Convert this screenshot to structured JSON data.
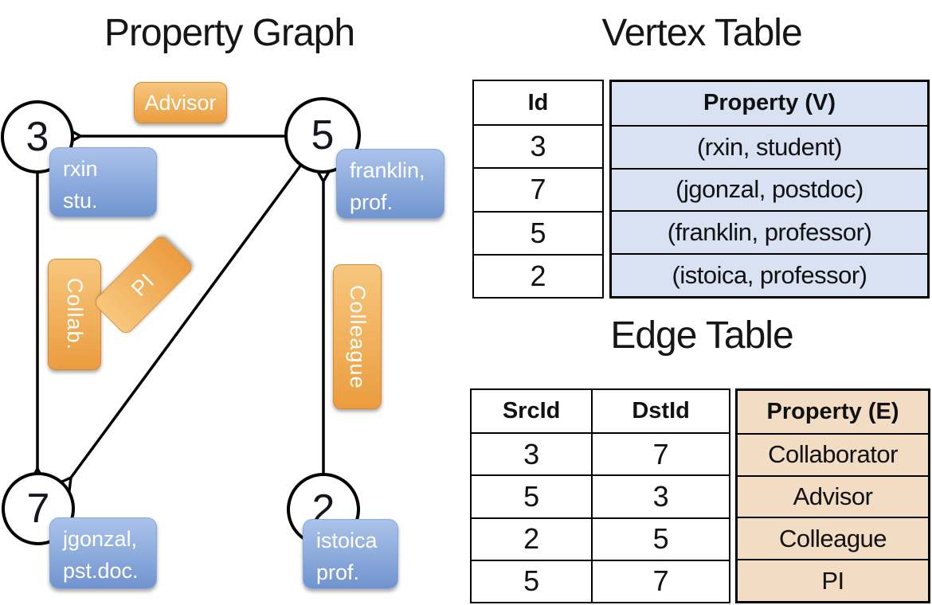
{
  "colors": {
    "edge_label_orange": "#efa14e",
    "vertex_property_blue": "#7e9fd6",
    "vertex_table_fill": "#d9e2f3",
    "edge_table_fill": "#f2dcc3",
    "line_color": "#000000"
  },
  "graph": {
    "title": "Property Graph",
    "nodes": [
      {
        "id": "3"
      },
      {
        "id": "5"
      },
      {
        "id": "7"
      },
      {
        "id": "2"
      }
    ],
    "edges": [
      {
        "label": "Advisor",
        "src": "5",
        "dst": "3"
      },
      {
        "label": "Collab.",
        "src": "3",
        "dst": "7"
      },
      {
        "label": "PI",
        "src": "5",
        "dst": "7"
      },
      {
        "label": "Colleague",
        "src": "2",
        "dst": "5"
      }
    ],
    "node_properties": [
      {
        "node": "3",
        "line1": "rxin",
        "line2": "stu."
      },
      {
        "node": "5",
        "line1": "franklin,",
        "line2": "prof."
      },
      {
        "node": "7",
        "line1": "jgonzal,",
        "line2": "pst.doc."
      },
      {
        "node": "2",
        "line1": "istoica",
        "line2": "prof."
      }
    ]
  },
  "vertex_table": {
    "title": "Vertex Table",
    "headers": {
      "id": "Id",
      "property": "Property (V)"
    },
    "rows": [
      {
        "id": "3",
        "property": "(rxin, student)"
      },
      {
        "id": "7",
        "property": "(jgonzal, postdoc)"
      },
      {
        "id": "5",
        "property": "(franklin, professor)"
      },
      {
        "id": "2",
        "property": "(istoica, professor)"
      }
    ]
  },
  "edge_table": {
    "title": "Edge Table",
    "headers": {
      "src": "SrcId",
      "dst": "DstId",
      "property": "Property (E)"
    },
    "rows": [
      {
        "src": "3",
        "dst": "7",
        "property": "Collaborator"
      },
      {
        "src": "5",
        "dst": "3",
        "property": "Advisor"
      },
      {
        "src": "2",
        "dst": "5",
        "property": "Colleague"
      },
      {
        "src": "5",
        "dst": "7",
        "property": "PI"
      }
    ]
  }
}
